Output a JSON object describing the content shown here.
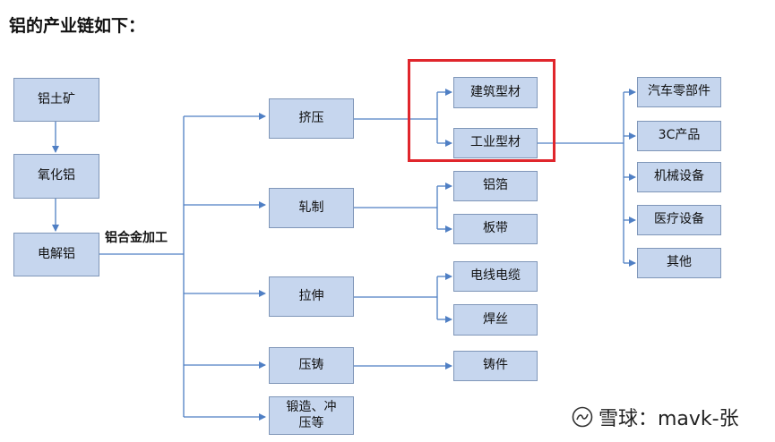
{
  "title": "铝的产业链如下：",
  "nodes": {
    "bauxite": "铝土矿",
    "alumina": "氧化铝",
    "electrolytic": "电解铝",
    "extrusion": "挤压",
    "rolling": "轧制",
    "drawing": "拉伸",
    "die_casting": "压铸",
    "forging": "锻造、冲压等",
    "building_profile": "建筑型材",
    "industrial_profile": "工业型材",
    "foil": "铝箔",
    "strip": "板带",
    "wire_cable": "电线电缆",
    "welding_wire": "焊丝",
    "casting": "铸件",
    "auto_parts": "汽车零部件",
    "cc_products": "3C产品",
    "machinery": "机械设备",
    "medical": "医疗设备",
    "other": "其他"
  },
  "labels": {
    "alloy_processing": "铝合金加工"
  },
  "colors": {
    "box_fill": "#c6d6ee",
    "box_border": "#7f96b8",
    "arrow": "#4f7fc4",
    "highlight": "#e0262c"
  },
  "watermark": {
    "icon": "snowball-logo-icon",
    "text": "雪球：mavk-张"
  }
}
